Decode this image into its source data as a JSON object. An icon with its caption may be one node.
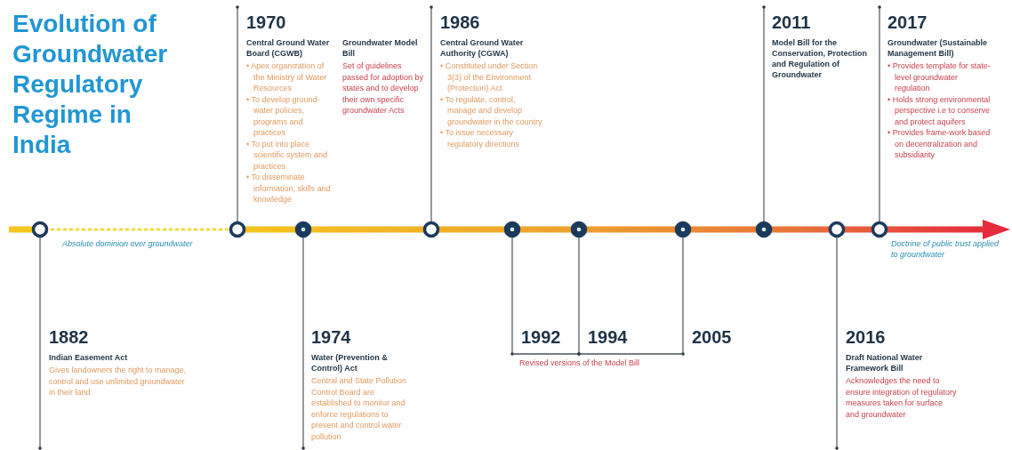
{
  "diagram": {
    "title": "Evolution of Groundwater Regulatory Regime in India",
    "labels": [
      "1970",
      "Central Ground Water Board (CGWB)",
      "• Apex organization of the Ministry of Water Resources",
      "• To develop ground-water policies, programs and practices",
      "• To put into place scientific system and practices",
      "• To disseminate information, skills and knowledge",
      "Groundwater Model Bill",
      "Set of guidelines passed for adoption by states and to develop their own specific groundwater Acts",
      "1986",
      "Central Ground Water Authority (CGWA)",
      "• Constituted under Section 3(3) of the Environment (Protection) Act",
      "• To regulate, control, manage and develop groundwater in the country",
      "• To issue necessary regulatory directions",
      "2011",
      "Model Bill for the Conservation, Protection and Regulation of Groundwater",
      "2017",
      "Groundwater (Sustainable Management Bill)",
      "• Provides template for state-level groundwater regulation",
      "• Holds strong environmental perspective i.e to conserve and protect aquifers",
      "• Provides frame-work based on decentralization and subsidiarity",
      "Absolute dominion over groundwater",
      "Doctrine of public trust applied to groundwater",
      "1882",
      "Indian Easement Act",
      "Gives landowners the right to manage, control and use unlimited groundwater in their land",
      "1974",
      "Water (Prevention & Control) Act",
      "Central and State Pollution Control Board are established to monitor and enforce regulations to prevent and control water pollution",
      "1992",
      "1994",
      "2005",
      "Revised versions of the Model Bill",
      "2016",
      "Draft National Water Framework Bill",
      "Acknowledges the need to ensure integration of regulatory measures taken for surface and groundwater"
    ]
  }
}
